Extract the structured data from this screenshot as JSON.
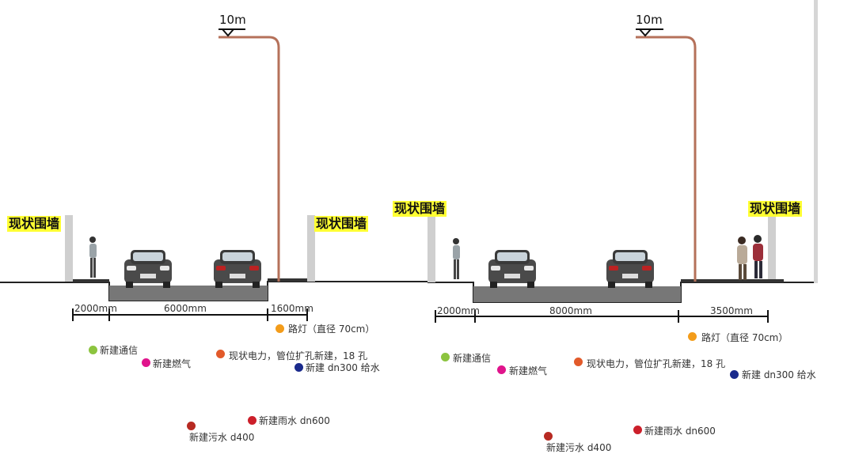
{
  "colors": {
    "wall_label_bg": "#ffff33",
    "pole": "#b5715a",
    "road": "#777777",
    "telecom": "#8cc43f",
    "gas": "#e0148c",
    "power": "#e25a2a",
    "water": "#1a2a8c",
    "rain": "#cc1f2a",
    "sewage": "#b72a22",
    "lamp": "#f39c1a"
  },
  "left": {
    "wall_left": "现状围墙",
    "wall_right": "现状围墙",
    "pole_height": "10m",
    "dims": [
      "2000mm",
      "6000mm",
      "1600mm"
    ],
    "legend": {
      "lamp": "路灯（直径 70cm）",
      "telecom": "新建通信",
      "gas": "新建燃气",
      "power": "现状电力，管位扩孔新建，18 孔",
      "water": "新建 dn300 给水",
      "rain": "新建雨水 dn600",
      "sewage": "新建污水 d400"
    }
  },
  "right": {
    "wall_left": "现状围墙",
    "wall_right": "现状围墙",
    "pole_height": "10m",
    "dims": [
      "2000mm",
      "8000mm",
      "3500mm"
    ],
    "legend": {
      "lamp": "路灯（直径 70cm）",
      "telecom": "新建通信",
      "gas": "新建燃气",
      "power": "现状电力，管位扩孔新建，18 孔",
      "water": "新建 dn300 给水",
      "rain": "新建雨水 dn600",
      "sewage": "新建污水 d400"
    }
  }
}
